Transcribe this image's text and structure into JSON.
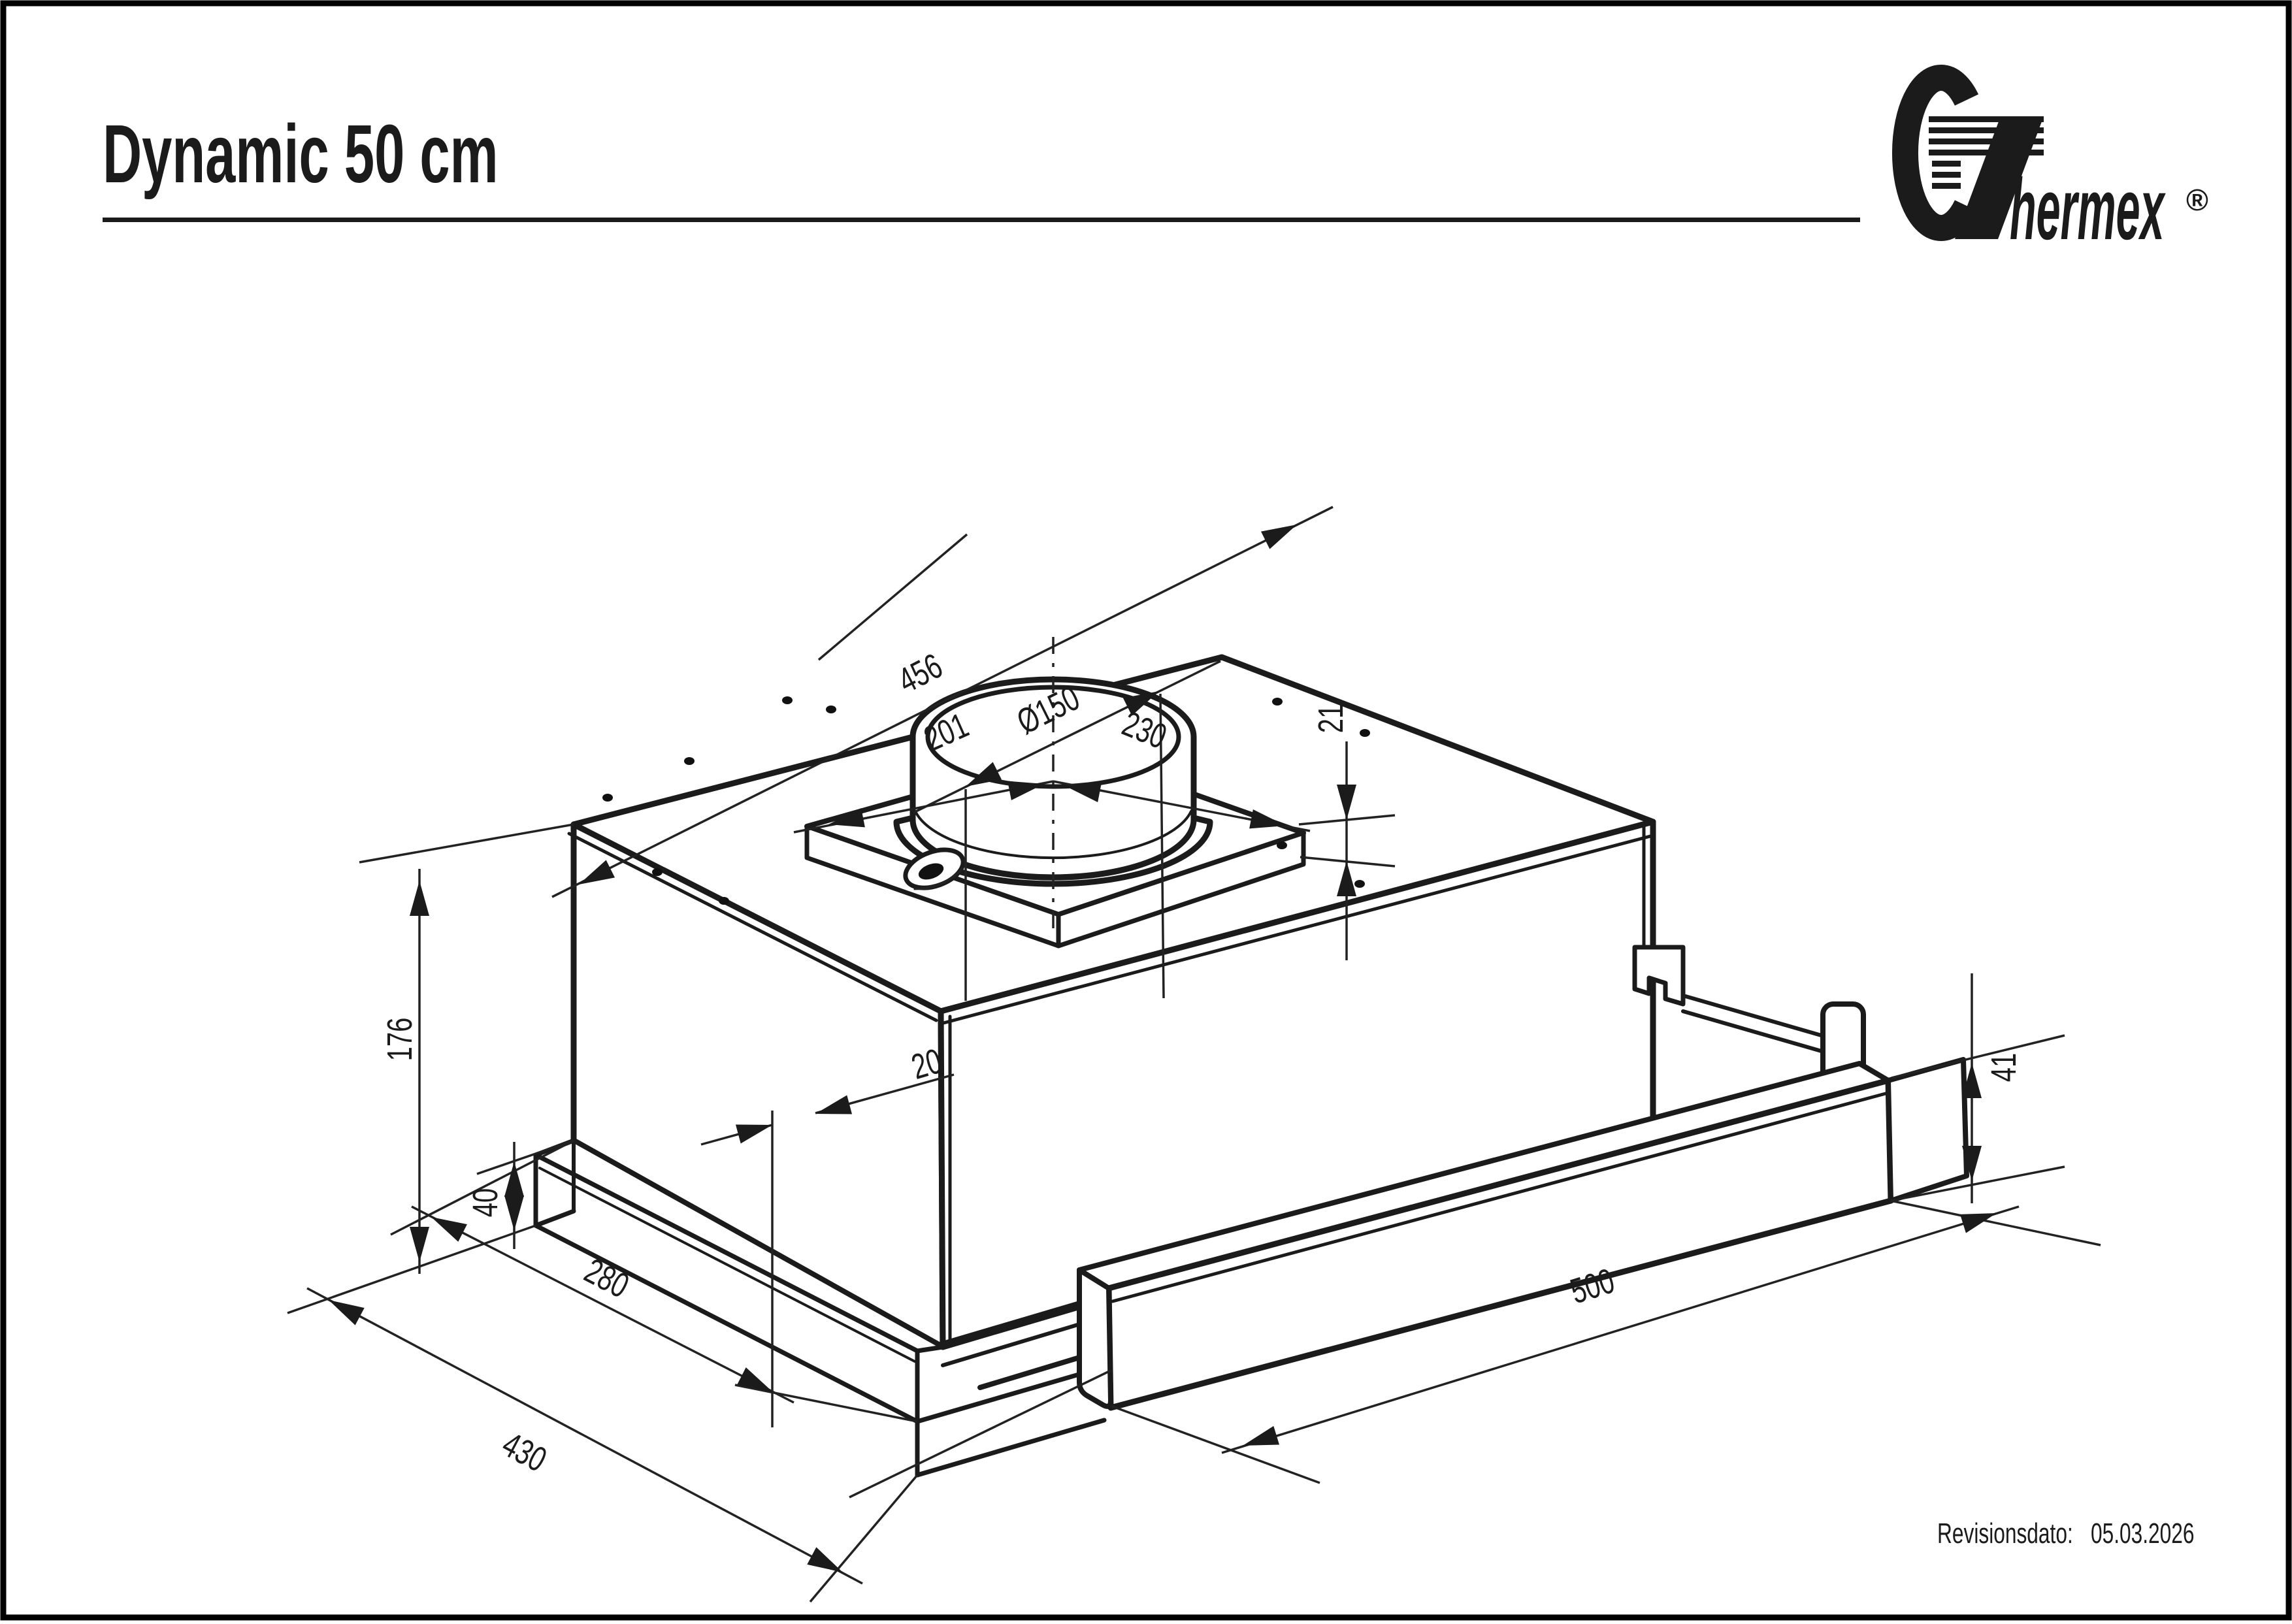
{
  "page": {
    "title": "Dynamic 50 cm",
    "background": "#ffffff",
    "border_color": "#000000",
    "line_color": "#1b1b1b"
  },
  "logo": {
    "brand": "Thermex",
    "wordmark_tail": "hermex",
    "registered_mark": "®"
  },
  "footer": {
    "revision_label": "Revisionsdato:",
    "revision_date": "05.03.2026"
  },
  "drawing": {
    "subject": "telescopic-cooker-hood-perspective-drawing",
    "dimensions": {
      "body_width_top": "456",
      "duct_diameter": "Ø150",
      "duct_plate_height": "21",
      "duct_offset_left": "201",
      "duct_offset_right": "230",
      "body_height": "176",
      "visor_offset": "20",
      "visor_height": "40",
      "body_depth": "280",
      "total_depth": "430",
      "front_panel_width": "500",
      "front_panel_height": "41"
    }
  }
}
